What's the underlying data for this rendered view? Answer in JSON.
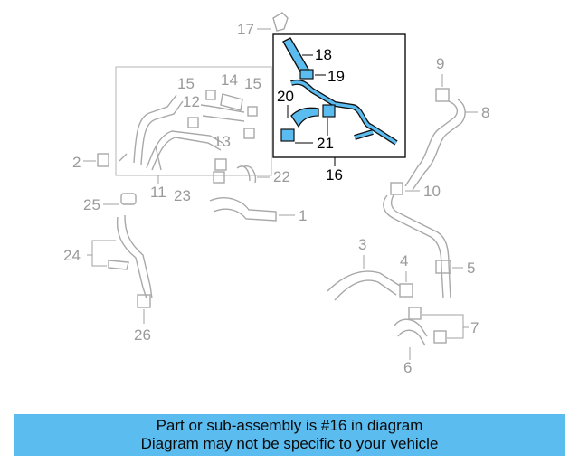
{
  "diagram": {
    "callouts": {
      "c1": "1",
      "c2": "2",
      "c3": "3",
      "c4": "4",
      "c5": "5",
      "c6": "6",
      "c7": "7",
      "c8": "8",
      "c9": "9",
      "c10": "10",
      "c11": "11",
      "c12": "12",
      "c13": "13",
      "c14": "14",
      "c15a": "15",
      "c15b": "15",
      "c16": "16",
      "c17": "17",
      "c18": "18",
      "c19": "19",
      "c20": "20",
      "c21": "21",
      "c22": "22",
      "c23": "23",
      "c24": "24",
      "c25": "25",
      "c26": "26"
    },
    "highlight_color": "#3aa8e8"
  },
  "banner": {
    "line1": "Part or sub-assembly is #16 in diagram",
    "line2": "Diagram may not be specific to your vehicle",
    "background": "#5bbcf0"
  }
}
